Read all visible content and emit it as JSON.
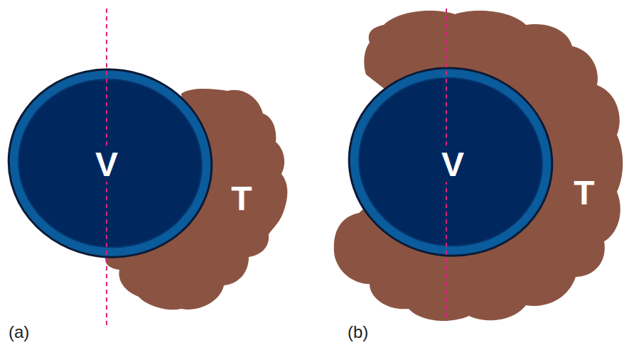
{
  "diagram": {
    "nodes": [
      {
        "text": [
          "V"
        ]
      },
      {
        "text": [
          "T"
        ]
      },
      {
        "text": [
          "V"
        ]
      },
      {
        "text": [
          "T"
        ]
      }
    ],
    "labels": [
      "(a)",
      "(b)"
    ]
  }
}
